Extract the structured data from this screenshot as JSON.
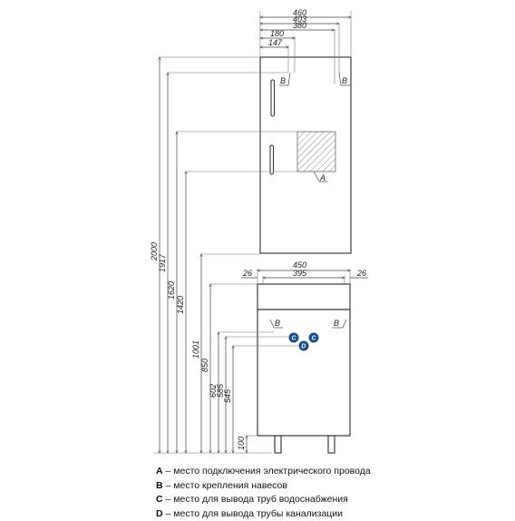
{
  "dimensions": {
    "top_widths": [
      "460",
      "403",
      "380",
      "180",
      "147"
    ],
    "bottom_widths": {
      "overall": "450",
      "inner": "395",
      "left_gap": "26",
      "right_gap": "26"
    },
    "heights": [
      "2000",
      "1917",
      "1620",
      "1420",
      "1001",
      "850",
      "602",
      "585",
      "545",
      "100"
    ]
  },
  "marks": {
    "a": "A",
    "b": "B",
    "c": "C",
    "d": "D"
  },
  "legend": [
    {
      "letter": "A",
      "text": " – место подключения электрического провода"
    },
    {
      "letter": "B",
      "text": " – место крепления навесов"
    },
    {
      "letter": "C",
      "text": " – место для вывода труб водоснабжения"
    },
    {
      "letter": "D",
      "text": " – место для вывода трубы канализации"
    }
  ],
  "colors": {
    "marker": "#1a4f87",
    "line": "#2a2a2a"
  }
}
